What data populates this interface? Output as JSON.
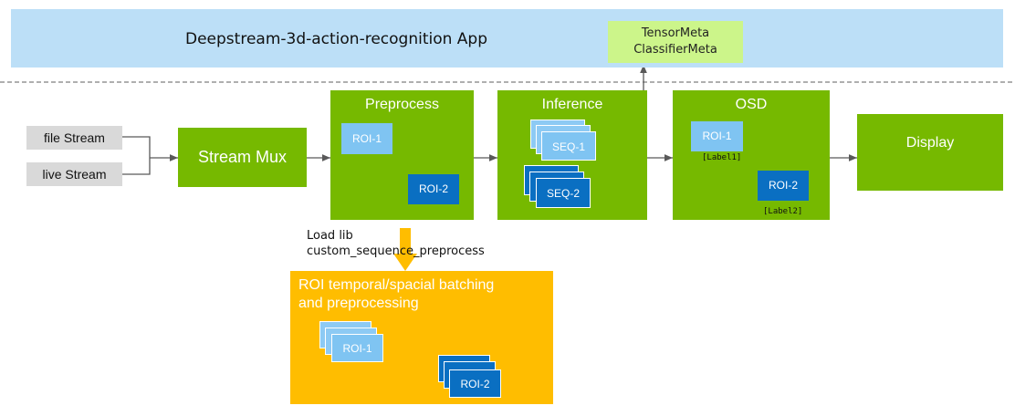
{
  "app": {
    "title": "Deepstream-3d-action-recognition App"
  },
  "meta": {
    "line1": "TensorMeta",
    "line2": "ClassifierMeta"
  },
  "sources": {
    "file": "file Stream",
    "live": "live Stream"
  },
  "stages": {
    "streammux": "Stream Mux",
    "preprocess": "Preprocess",
    "inference": "Inference",
    "osd": "OSD",
    "display": "Display"
  },
  "preprocess": {
    "roi1": "ROI-1",
    "roi2": "ROI-2"
  },
  "inference": {
    "seq1": "SEQ-1",
    "seq2": "SEQ-2"
  },
  "osd": {
    "roi1": "ROI-1",
    "label1": "[Label1]",
    "roi2": "ROI-2",
    "label2": "[Label2]"
  },
  "lib": {
    "line1": "Load lib",
    "line2": "custom_sequence_preprocess"
  },
  "batching": {
    "title_line1": "ROI temporal/spacial batching",
    "title_line2": "and preprocessing",
    "roi1": "ROI-1",
    "roi2": "ROI-2"
  },
  "colors": {
    "green": "#76b900",
    "banner": "#bcdff7",
    "meta": "#ccf58a",
    "orange": "#ffbd00",
    "roi_light": "#7fc4f2",
    "roi_dark": "#0a6fc2",
    "source": "#d9d9d9"
  }
}
